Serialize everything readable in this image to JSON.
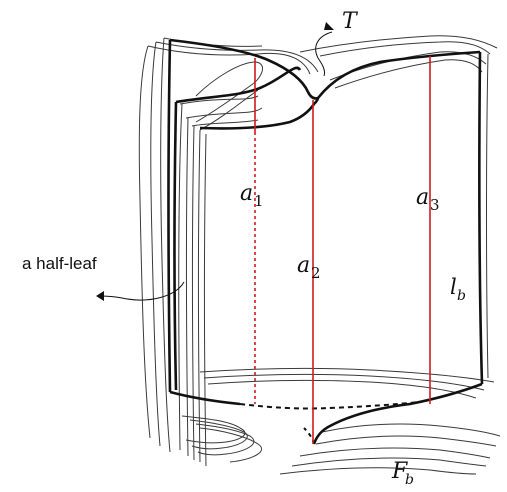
{
  "labels": {
    "T": "T",
    "a1": "a",
    "a1_sub": "1",
    "a2": "a",
    "a2_sub": "2",
    "a3": "a",
    "a3_sub": "3",
    "lb": "l",
    "lb_sub": "b",
    "Fb": "F",
    "Fb_sub": "b",
    "half_leaf": "a half-leaf"
  },
  "colors": {
    "arc": "#d01c1c",
    "ink": "#111111"
  }
}
